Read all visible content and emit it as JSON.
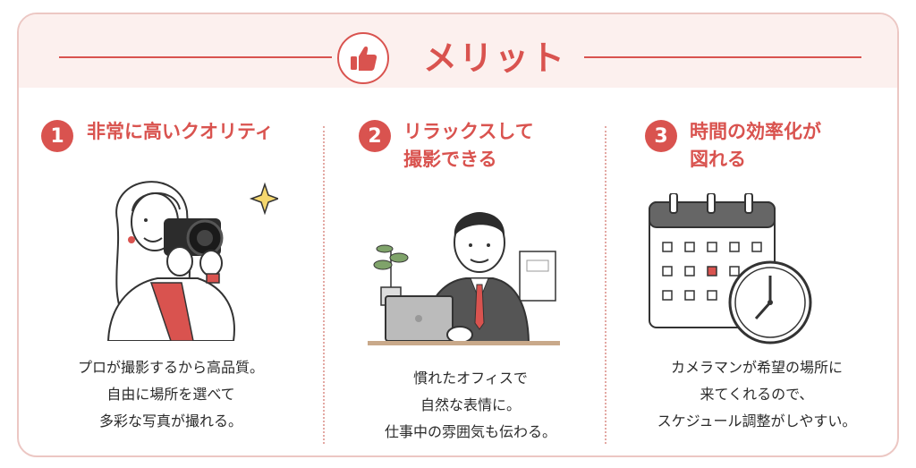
{
  "header": {
    "title": "メリット",
    "icon": "thumbs-up-icon",
    "accent_color": "#d9534f"
  },
  "benefits": [
    {
      "number": "1",
      "title_line1": "非常に高いクオリティ",
      "title_line2": "",
      "illustration": "woman-with-camera",
      "desc": [
        "プロが撮影するから高品質。",
        "自由に場所を選べて",
        "多彩な写真が撮れる。"
      ]
    },
    {
      "number": "2",
      "title_line1": "リラックスして",
      "title_line2": "撮影できる",
      "illustration": "man-at-laptop",
      "desc": [
        "慣れたオフィスで",
        "自然な表情に。",
        "仕事中の雰囲気も伝わる。"
      ]
    },
    {
      "number": "3",
      "title_line1": "時間の効率化が",
      "title_line2": "図れる",
      "illustration": "calendar-and-clock",
      "desc": [
        "カメラマンが希望の場所に",
        "来てくれるので、",
        "スケジュール調整がしやすい。"
      ]
    }
  ]
}
